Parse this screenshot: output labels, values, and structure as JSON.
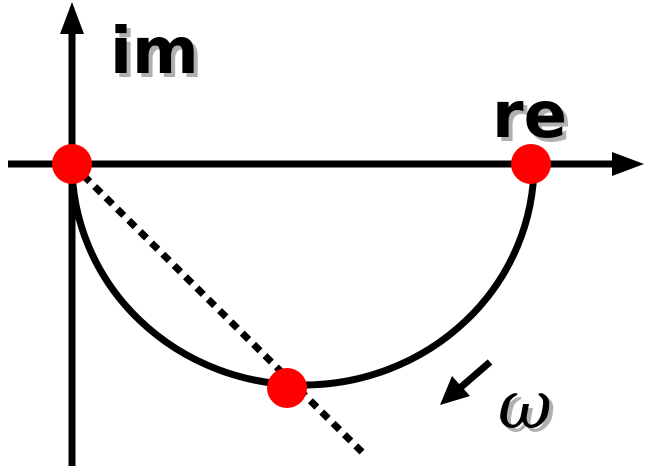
{
  "labels": {
    "imaginary_axis": "im",
    "real_axis": "re",
    "frequency": "ω"
  },
  "colors": {
    "stroke": "#000000",
    "point": "#ff0000",
    "shadow": "#b0b0b0",
    "background": "#ffffff"
  }
}
